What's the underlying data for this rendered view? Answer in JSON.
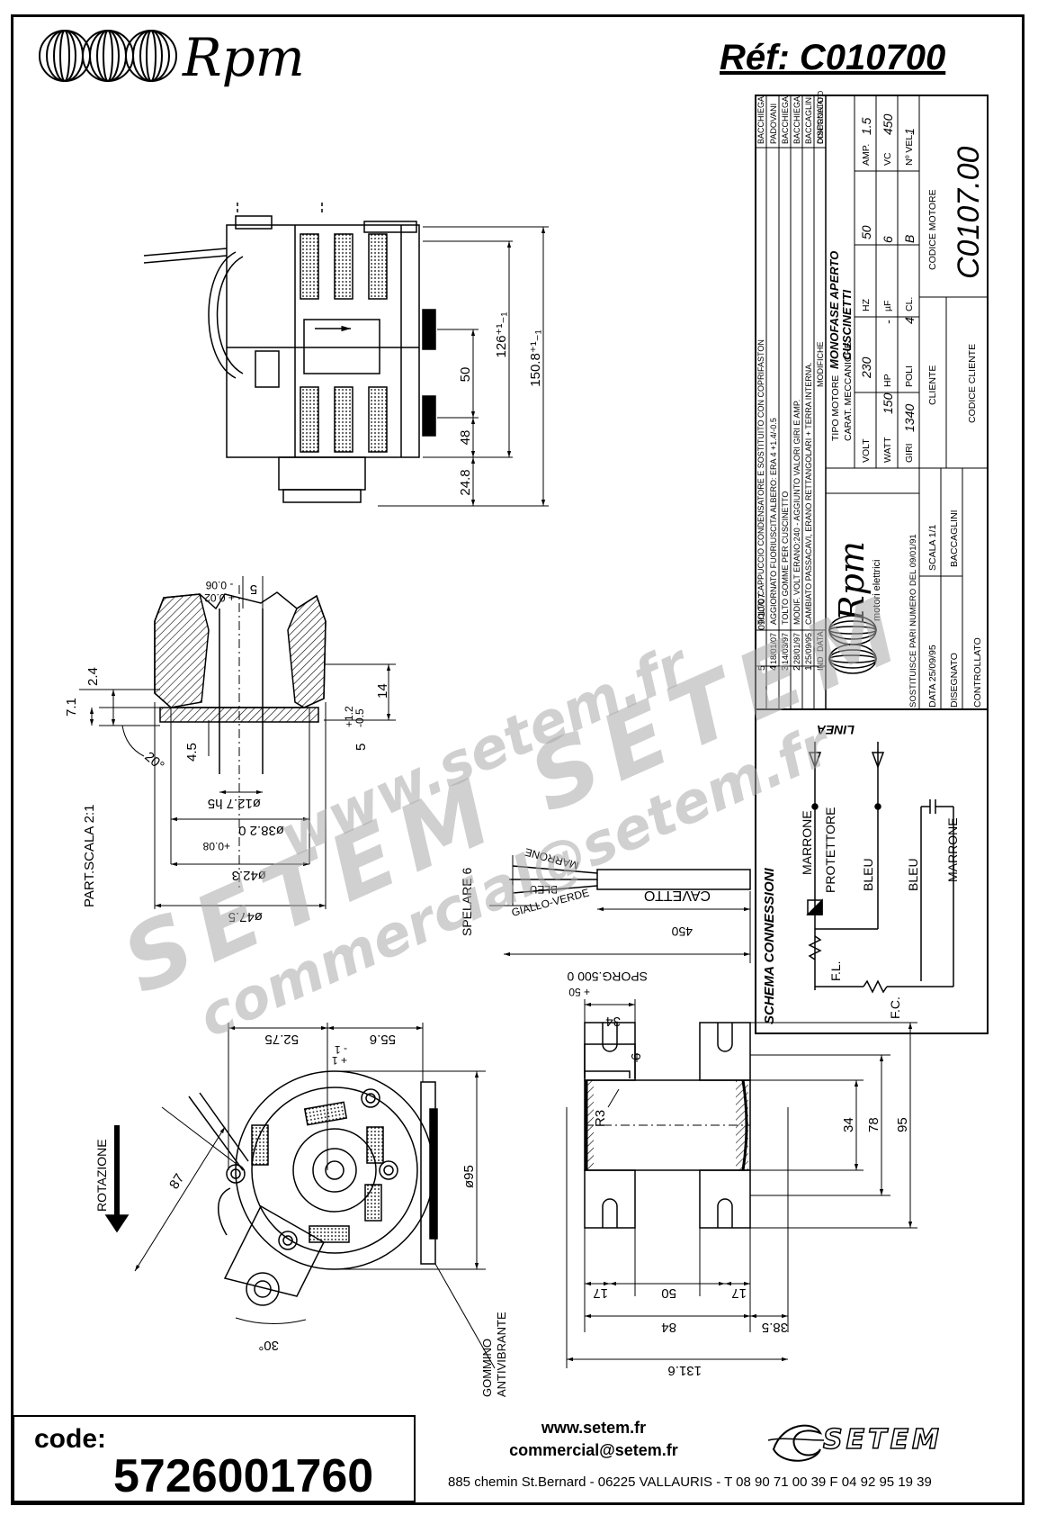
{
  "header": {
    "brand": "Rpm",
    "reference": "Réf:  C010700"
  },
  "title_block": {
    "revisions": [
      {
        "n": "5",
        "date": "09/10/07",
        "desc": "TOLTO CAPPUCCIO CONDENSATORE E SOSTITUITO CON COPRIFASTON",
        "by": "BACCHIEGA"
      },
      {
        "n": "4",
        "date": "18/01/07",
        "desc": "AGGIORNATO FUORIUSCITA ALBERO: ERA 4 +1.4/-0.5",
        "by": "PADOVANI"
      },
      {
        "n": "3",
        "date": "14/03/97",
        "desc": "TOLTO GOMME PER CUSCINETTO",
        "by": "BACCHIEGA"
      },
      {
        "n": "2",
        "date": "28/01/97",
        "desc": "MODIF. VOLT ERANO:240 - AGGIUNTO VALORI GIRI E AMP.",
        "by": "BACCHIEGA"
      },
      {
        "n": "1",
        "date": "25/09/95",
        "desc": "CAMBIATO PASSACAVI, ERANO RETTANGOLARI + TERRA INTERNA.",
        "by": "BACCAGLINI"
      }
    ],
    "rev_headers": {
      "n": "IND",
      "date": "DATA",
      "desc": "MODIFICHE",
      "drawn": "DISEGNATO",
      "checked": "CONTROLLATO"
    },
    "logo_text": "Rpm",
    "logo_sub": "motori elettrici",
    "tipo_label": "TIPO MOTORE",
    "tipo_value": "MONOFASE APERTO",
    "carat_label": "CARAT. MECCANICHE",
    "carat_value": "CUSCINETTI",
    "volt_label": "VOLT",
    "volt": "230",
    "hz_label": "HZ",
    "hz": "50",
    "amp_label": "AMP.",
    "amp": "1.5",
    "watt_label": "WATT",
    "watt": "150",
    "hp_label": "HP",
    "hp": "-",
    "uf_label": "µF",
    "uf": "6",
    "vc_label": "VC",
    "vc": "450",
    "giri_label": "GIRI",
    "giri": "1340",
    "poli_label": "POLI",
    "poli": "4",
    "cl_label": "CL.",
    "cl": "B",
    "nvel_label": "Nº VEL.",
    "nvel": "1",
    "sostituisce": "SOSTITUISCE PARI NUMERO DEL 09/01/91",
    "data": "DATA   25/09/95",
    "scala": "SCALA    1/1",
    "disegnato": "DISEGNATO",
    "disegnato_by": "BACCAGLINI",
    "controllato": "CONTROLLATO",
    "cliente": "CLIENTE",
    "codice_cliente": "CODICE CLIENTE",
    "codice_motore_label": "CODICE MOTORE",
    "codice_motore": "C0107.00"
  },
  "schema": {
    "title": "SCHEMA CONNESSIONI",
    "linea": "LINEA",
    "marrone": "MARRONE",
    "protettore": "PROTETTORE",
    "bleu": "BLEU",
    "fl": "F.L.",
    "fc": "F.C."
  },
  "dims": {
    "d1261": "126⁺¹₋₁",
    "d1508": "150.8⁺¹₋₁",
    "d50": "50",
    "d48": "48",
    "d248": "24.8",
    "d5a": "5",
    "d006": "+ 0.02\n- 0.06",
    "d24": "2.4",
    "d71": "7.1",
    "d14": "14",
    "d12": "+1.2\n-0.5",
    "d5b": "5",
    "d45": "4.5",
    "d20": "20°",
    "d127": "ø12.7 h5",
    "d382": "ø38.2 0",
    "d008": "+0.08",
    "d423": "ø42.3",
    "d475": "ø47.5",
    "part_scala": "PART.SCALA 2:1",
    "spelare": "SPELARE 6",
    "marrone_w": "MARRONE",
    "bleu_w": "BLEU",
    "giallo": "GIALLO-VERDE",
    "cavetto": "CAVETTO",
    "d450": "450",
    "sporg": "SPORG.500  0\n             + 50",
    "d5275": "52.75",
    "d556": "55.6 ⁻¹₊₁",
    "d87": "87",
    "d95": "ø95",
    "rotazione": "ROTAZIONE",
    "gommino": "GOMMINO\nANTIVIBRANTE",
    "d30": "30°",
    "d34a": "34",
    "d6": "6",
    "r3": "R3",
    "d34b": "34",
    "d78": "78",
    "d95b": "95",
    "d17a": "17",
    "d50b": "50",
    "d17b": "17",
    "d84": "84",
    "d385": "38.5",
    "d1316": "131.6"
  },
  "footer": {
    "code_label": "code:",
    "code_value": "5726001760",
    "website": "www.setem.fr",
    "email": "commercial@setem.fr",
    "address": "885 chemin St.Bernard  -  06225 VALLAURIS  -  T 08 90 71 00 39   F 04 92 95 19 39",
    "setem_logo": "SETEM"
  },
  "watermark": {
    "line1": "www.setem.fr",
    "line2": "SETEM  SETEM",
    "line3": "commercial@setem.fr"
  }
}
